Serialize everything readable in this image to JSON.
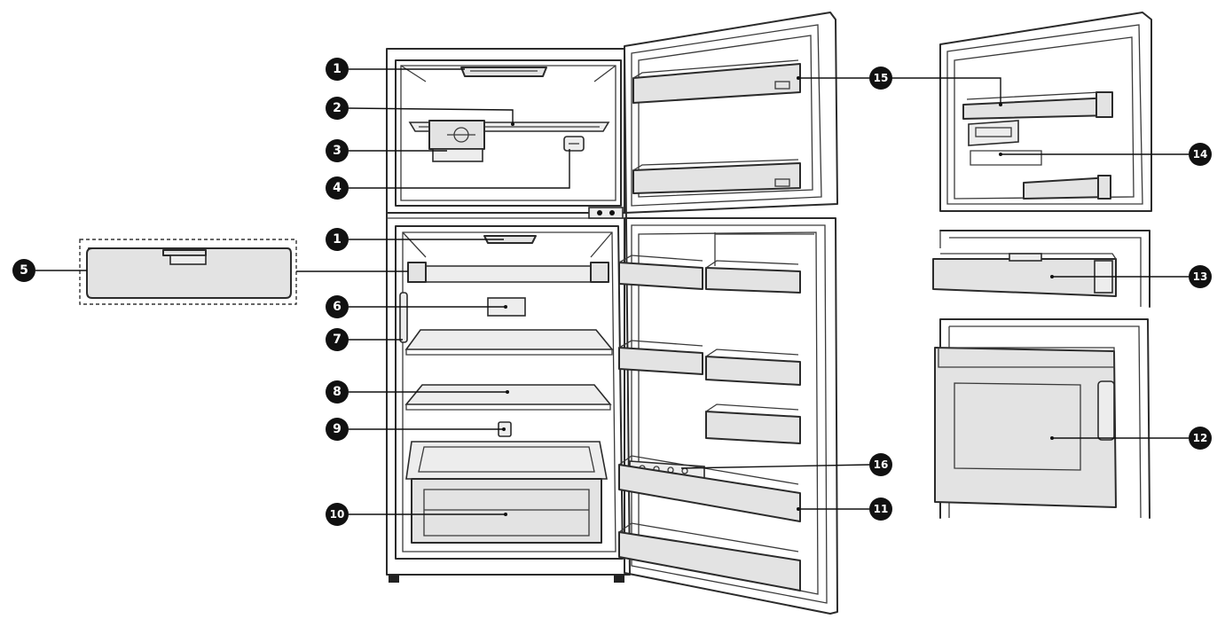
{
  "diagram": {
    "callouts": [
      {
        "id": "c1a",
        "label": "1"
      },
      {
        "id": "c2",
        "label": "2"
      },
      {
        "id": "c3",
        "label": "3"
      },
      {
        "id": "c4",
        "label": "4"
      },
      {
        "id": "c1b",
        "label": "1"
      },
      {
        "id": "c5",
        "label": "5"
      },
      {
        "id": "c6",
        "label": "6"
      },
      {
        "id": "c7",
        "label": "7"
      },
      {
        "id": "c8",
        "label": "8"
      },
      {
        "id": "c9",
        "label": "9"
      },
      {
        "id": "c10",
        "label": "10"
      },
      {
        "id": "c11",
        "label": "11"
      },
      {
        "id": "c12",
        "label": "12"
      },
      {
        "id": "c13",
        "label": "13"
      },
      {
        "id": "c14",
        "label": "14"
      },
      {
        "id": "c15",
        "label": "15"
      },
      {
        "id": "c16",
        "label": "16"
      }
    ]
  }
}
